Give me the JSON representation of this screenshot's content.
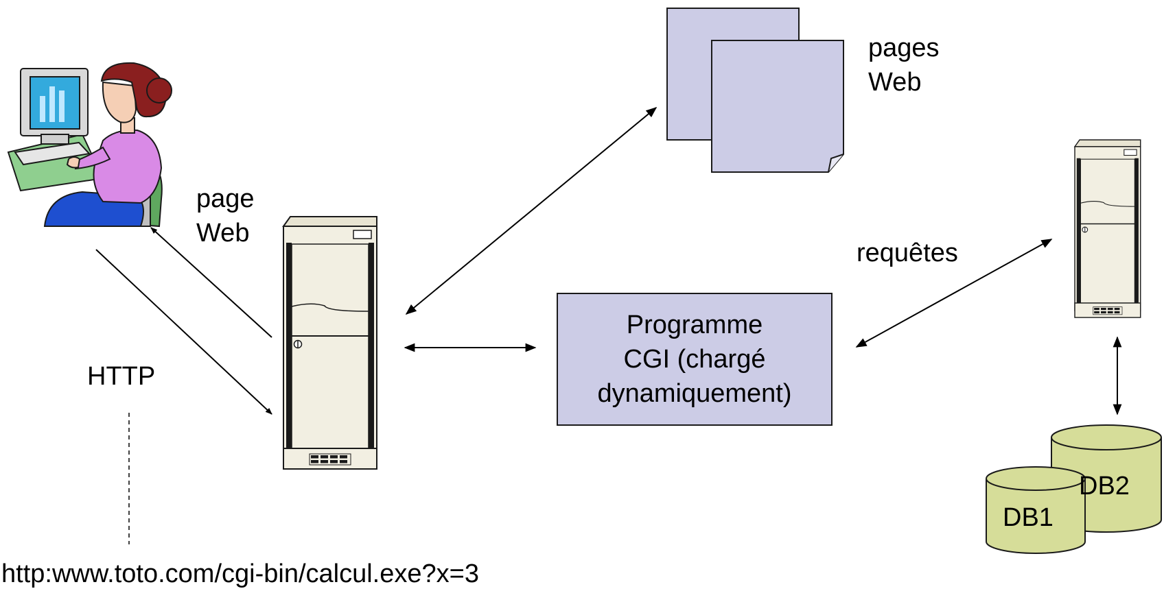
{
  "labels": {
    "page_web": [
      "page",
      "Web"
    ],
    "pages_web": [
      "pages",
      "Web"
    ],
    "http": "HTTP",
    "requetes": "requêtes",
    "cgi_program": [
      "Programme",
      "CGI (chargé",
      "dynamiquement)"
    ],
    "url": "http:www.toto.com/cgi-bin/calcul.exe?x=3",
    "db1": "DB1",
    "db2": "DB2"
  },
  "colors": {
    "box_fill": "#cccce6",
    "server_body": "#f2efe2",
    "db_fill": "#d6dd99",
    "user_shirt": "#d98ae6",
    "chair": "#5fa85f",
    "monitor_screen": "#33aadd",
    "stroke": "#000000"
  },
  "icons": {
    "user": "person-at-computer-icon",
    "web_server": "server-tower-icon",
    "db_server": "server-tower-icon",
    "documents": "documents-icon",
    "databases": "database-cylinder-icon"
  }
}
